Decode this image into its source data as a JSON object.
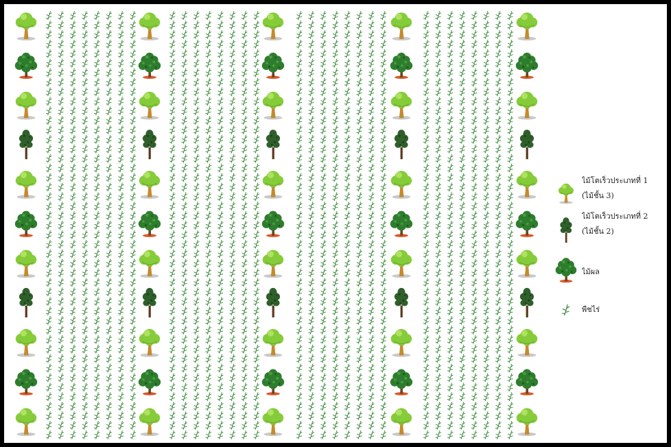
{
  "legend": {
    "items": [
      {
        "icon": "fast-growing-tree-type1-icon",
        "line1": "ไม้โตเร็วประเภทที่ 1",
        "line2": "(ไม้ชั้น 3)"
      },
      {
        "icon": "fast-growing-tree-type2-icon",
        "line1": "ไม้โตเร็วประเภทที่ 2",
        "line2": "(ไม้ชั้น 2)"
      },
      {
        "icon": "fruit-tree-icon",
        "line1": "ไม้ผล"
      },
      {
        "icon": "field-crop-icon",
        "line1": "พืชไร่"
      }
    ]
  },
  "planting": {
    "tree_columns": 5,
    "tree_sequence": [
      "type1",
      "fruit",
      "type1",
      "type2",
      "type1",
      "fruit",
      "type1",
      "type2",
      "type1",
      "fruit",
      "type1"
    ],
    "crop_strips": 4
  },
  "colors": {
    "frame": "#000000",
    "type1_canopy": "#86cc3a",
    "type1_trunk": "#c48a2c",
    "type2_canopy": "#2f5f2a",
    "type2_trunk": "#5a3a1e",
    "fruit_canopy": "#2e7d2e",
    "fruit_trunk": "#6b4423",
    "fruit_base": "#d95b2b",
    "crop": "#3d8b3d"
  }
}
